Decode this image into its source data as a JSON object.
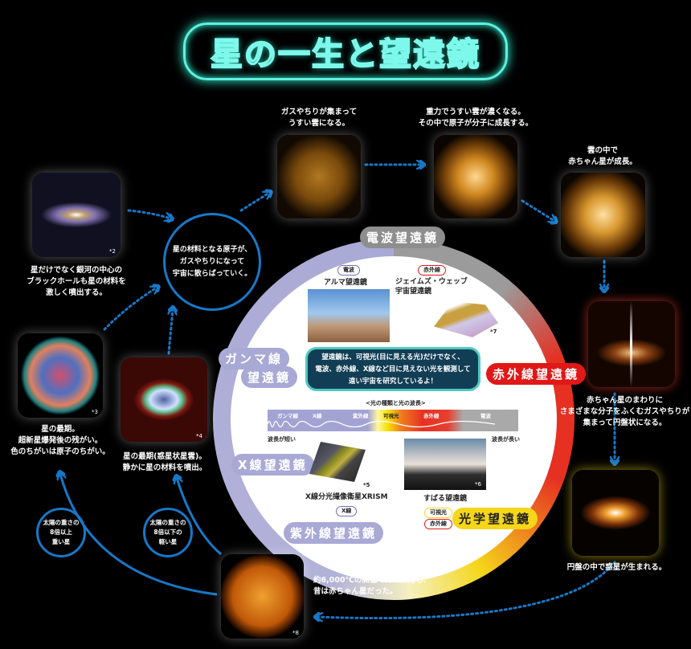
{
  "title": "星の一生と望遠鏡",
  "stages": {
    "gas_cloud": {
      "caption": "ガスやちりが集まって\nうすい雲になる。"
    },
    "dense_cloud": {
      "caption": "重力でうすい雲が濃くなる。\nその中で原子が分子に成長する。"
    },
    "baby_star": {
      "caption": "雲の中で\n赤ちゃん星が成長。"
    },
    "jet": {
      "caption": "赤ちゃん星のまわりに\nさまざまな分子をふくむガスやちりが\n集まって円盤状になる。"
    },
    "disk": {
      "caption": "円盤の中で惑星が生まれる。"
    },
    "sun": {
      "caption": "約6,000℃の高温で輝く太陽も、\n昔は赤ちゃん星だった。",
      "note": "*8"
    },
    "planetary_nebula": {
      "caption": "星の最期(惑星状星雲)。\n静かに星の材料を噴出。",
      "note": "*4"
    },
    "supernova": {
      "caption": "星の最期。\n超新星爆発後の残がい。\n色のちがいは原子のちがい。",
      "note": "*3"
    },
    "galaxy": {
      "caption": "星だけでなく銀河の中心の\nブラックホールも星の材料を\n激しく噴出する。",
      "note": "*2"
    }
  },
  "center_bubble": "星の材料となる原子が、\nガスやちりになって\n宇宙に散らばっていく。",
  "heavy_star": "太陽の重さの\n8倍以上\n重い星",
  "light_star": "太陽の重さの\n8倍以下の\n軽い星",
  "telescope_labels": {
    "radio": "電波望遠鏡",
    "gamma_1": "ガンマ線",
    "gamma_2": "望遠鏡",
    "infrared": "赤外線望遠鏡",
    "xray": "X線望遠鏡",
    "uv": "紫外線望遠鏡",
    "optical": "光学望遠鏡"
  },
  "telescopes": {
    "alma": {
      "tag": "電波",
      "name": "アルマ望遠鏡"
    },
    "jwst": {
      "tag": "赤外線",
      "name": "ジェイムズ・ウェッブ\n宇宙望遠鏡",
      "note": "*7"
    },
    "xrism": {
      "tag": "X線",
      "name": "X線分光撮像衛星XRISM",
      "note": "*5"
    },
    "subaru": {
      "tag1": "可視光",
      "tag2": "赤外線",
      "name": "すばる望遠鏡",
      "note": "*6"
    }
  },
  "speech": "望遠鏡は、可視光(目に見える光)だけでなく、\n電波、赤外線、X線など目に見えない光を観測して\n遠い宇宙を研究しているよ！",
  "spectrum": {
    "caption": "<光の種類と光の波長>",
    "bands": [
      "ガンマ線",
      "X線",
      "紫外線",
      "可視光",
      "赤外線",
      "電波"
    ],
    "short": "波長が短い",
    "long": "波長が長い"
  },
  "colors": {
    "arrow": "#1778c8",
    "radio": "#9b9b9b",
    "infrared": "#e63022",
    "optical": "#f5d61a",
    "xray": "#a9a9d6",
    "title_glow": "#5ff0e0"
  }
}
